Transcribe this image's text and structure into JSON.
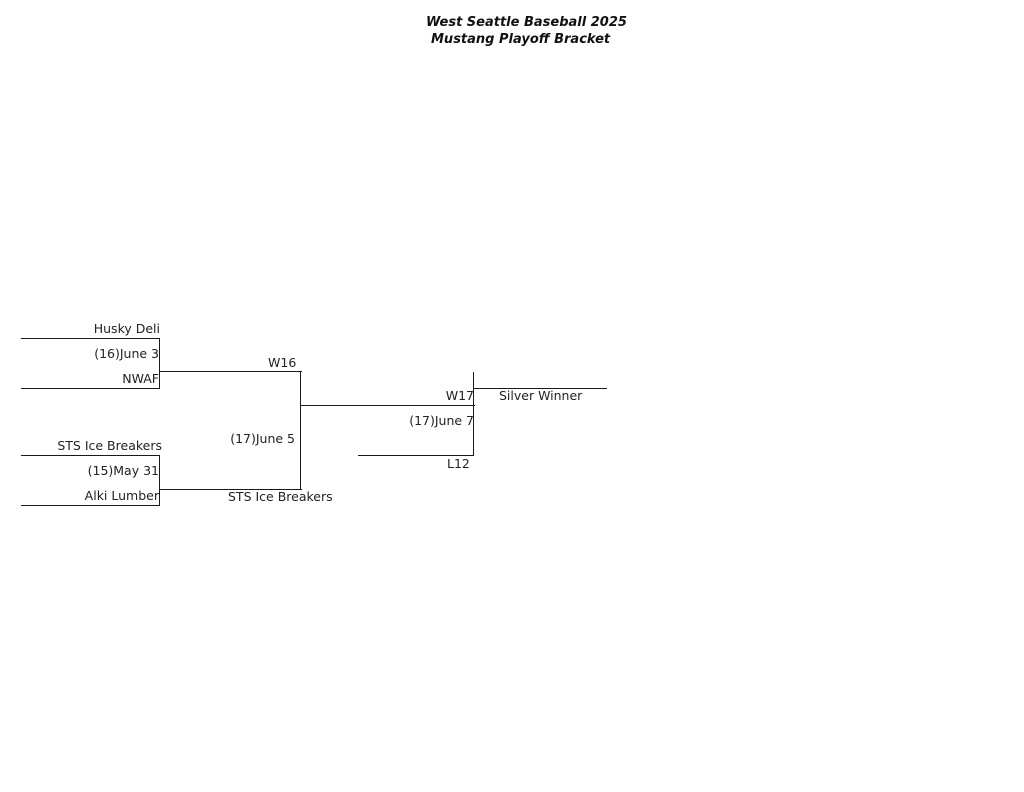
{
  "header": {
    "title": "West Seattle Baseball 2025",
    "subtitle": "Mustang Playoff Bracket"
  },
  "round1": {
    "game16": {
      "team_top": "Husky Deli",
      "game_label": "(16)June 3",
      "team_bottom": "NWAF"
    },
    "game15": {
      "team_top": "STS Ice Breakers",
      "game_label": "(15)May 31",
      "team_bottom": "Alki Lumber"
    }
  },
  "round2": {
    "game17": {
      "slot_top": "W16",
      "game_label": "(17)June 5",
      "slot_bottom": "STS Ice Breakers"
    }
  },
  "final": {
    "slot_top": "W17",
    "game_label": "(17)June 7",
    "slot_bottom": "L12",
    "winner_label": "Silver Winner"
  }
}
